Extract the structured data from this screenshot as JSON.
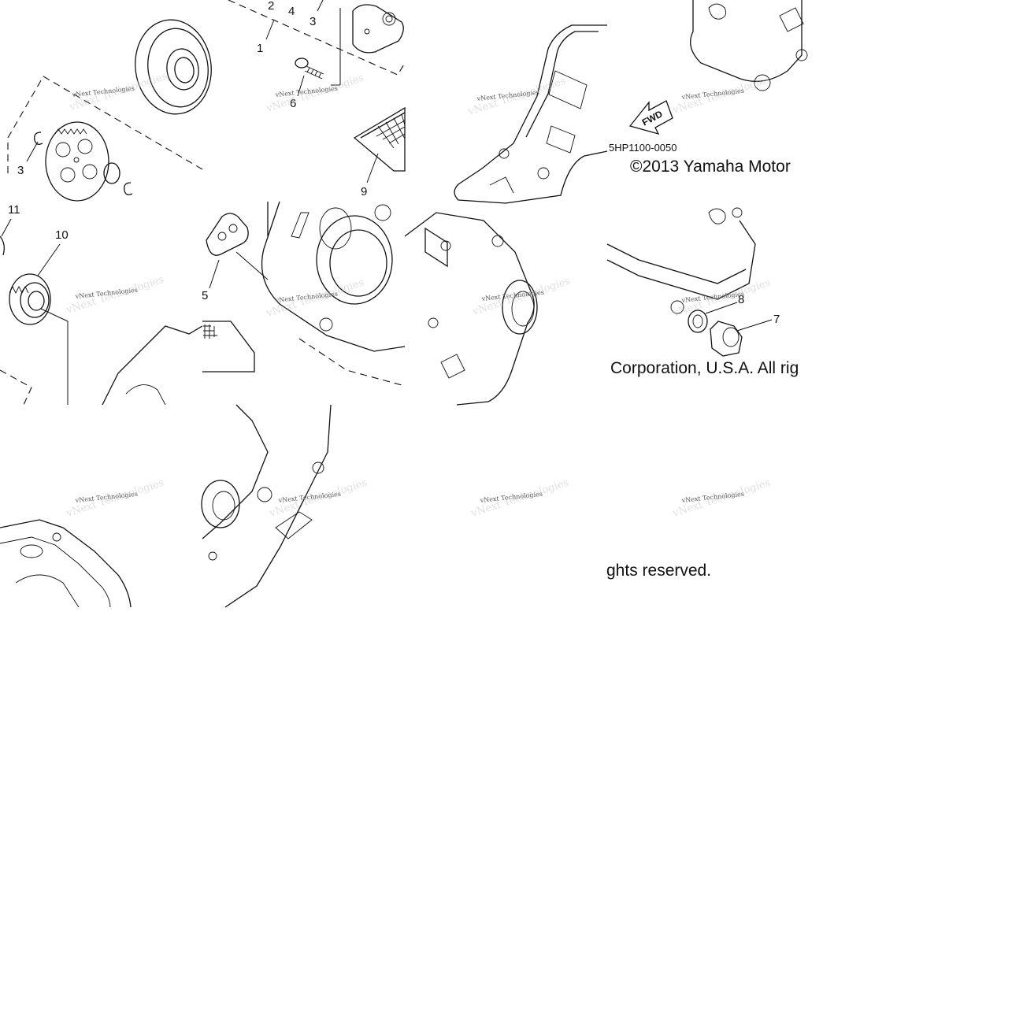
{
  "diagram": {
    "callouts": [
      {
        "id": "2",
        "label": "2"
      },
      {
        "id": "4",
        "label": "4"
      },
      {
        "id": "3a",
        "label": "3"
      },
      {
        "id": "1",
        "label": "1"
      },
      {
        "id": "6",
        "label": "6"
      },
      {
        "id": "9",
        "label": "9"
      },
      {
        "id": "3b",
        "label": "3"
      },
      {
        "id": "11",
        "label": "11"
      },
      {
        "id": "10",
        "label": "10"
      },
      {
        "id": "5",
        "label": "5"
      },
      {
        "id": "8",
        "label": "8"
      },
      {
        "id": "7",
        "label": "7"
      }
    ],
    "watermark": "vNext Technologies",
    "part_code": "5HP1100-0050",
    "copyright_line1a": "©2013 Yamaha Motor",
    "copyright_line1b": "Corporation, U.S.A. All rig",
    "copyright_line2": "ghts reserved.",
    "fwd_label": "FWD"
  }
}
